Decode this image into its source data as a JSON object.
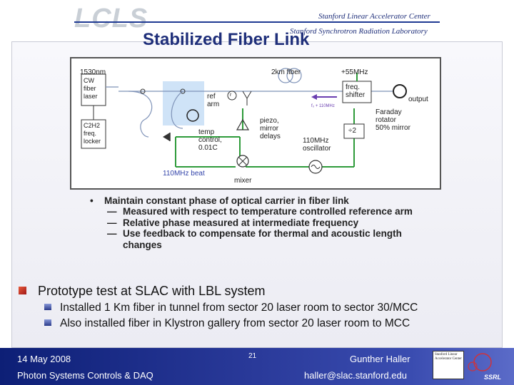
{
  "header": {
    "logo_text": "LCLS",
    "lab_line1": "Stanford Linear Accelerator Center",
    "lab_line2": "Stanford Synchrotron Radiation Laboratory",
    "title": "Stabilized Fiber Link"
  },
  "diagram": {
    "labels": {
      "wavelength": "1530nm",
      "cw_laser": "CW\nfiber\nlaser",
      "locker": "C2H2\nfreq.\nlocker",
      "ref_arm": "ref\narm",
      "temp_control": "temp\ncontrol,\n0.01C",
      "fiber_2km": "2km fiber",
      "plus55": "+55MHz",
      "freq_shifter": "freq.\nshifter",
      "output": "output",
      "faraday": "Faraday\nrotator\n50% mirror",
      "piezo": "piezo,\nmirror\ndelays",
      "div2": "÷2",
      "osc": "110MHz\noscillator",
      "mixer": "mixer",
      "beat": "110MHz beat",
      "f_note": "f₀ + 110MHz",
      "r_node": "r"
    },
    "colors": {
      "green": "#2e9b3a",
      "blue": "#2b3faa",
      "purple": "#6a3fb0",
      "highlight": "#cfe3f7"
    }
  },
  "bullets": {
    "main": "Maintain constant phase of optical carrier in fiber link",
    "subs": [
      "Measured with respect to temperature controlled reference arm",
      "Relative phase measured at intermediate frequency",
      "Use feedback to compensate for thermal and acoustic length changes"
    ]
  },
  "content": {
    "prototype": "Prototype test at SLAC with LBL system",
    "sub1": "Installed 1 Km fiber in tunnel from sector 20 laser room to sector 30/MCC",
    "sub2": "Also installed fiber in Klystron gallery from sector 20 laser room to MCC"
  },
  "footer": {
    "date": "14 May 2008",
    "page": "21",
    "author": "Gunther Haller",
    "dept": "Photon Systems Controls & DAQ",
    "email": "haller@slac.stanford.edu",
    "logo_text": "Stanford Linear Accelerator Center",
    "ssrl": "SSRL"
  }
}
